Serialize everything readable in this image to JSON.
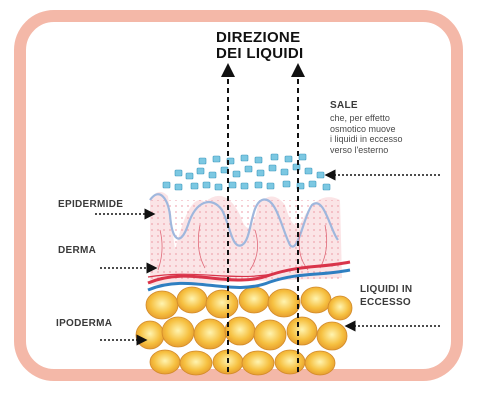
{
  "title": {
    "line1": "DIREZIONE",
    "line2": "DEI LIQUIDI"
  },
  "labels": {
    "sale": "SALE",
    "sale_desc_1": "che, per effetto",
    "sale_desc_2": "osmotico muove",
    "sale_desc_3": "i liquidi in eccesso",
    "sale_desc_4": "verso l'esterno",
    "epidermide": "EPIDERMIDE",
    "derma": "DERMA",
    "ipoderma": "IPODERMA",
    "liquidi_1": "LIQUIDI IN",
    "liquidi_2": "ECCESSO"
  },
  "colors": {
    "frame": "#f4b8a8",
    "salt": "#5fb8d8",
    "epidermis": "#f6d3d6",
    "wave": "#9fb7dd",
    "vessel_red": "#d9344a",
    "vessel_blue": "#2f7fc1",
    "fat": "#f6c040",
    "arrow": "#111111"
  }
}
